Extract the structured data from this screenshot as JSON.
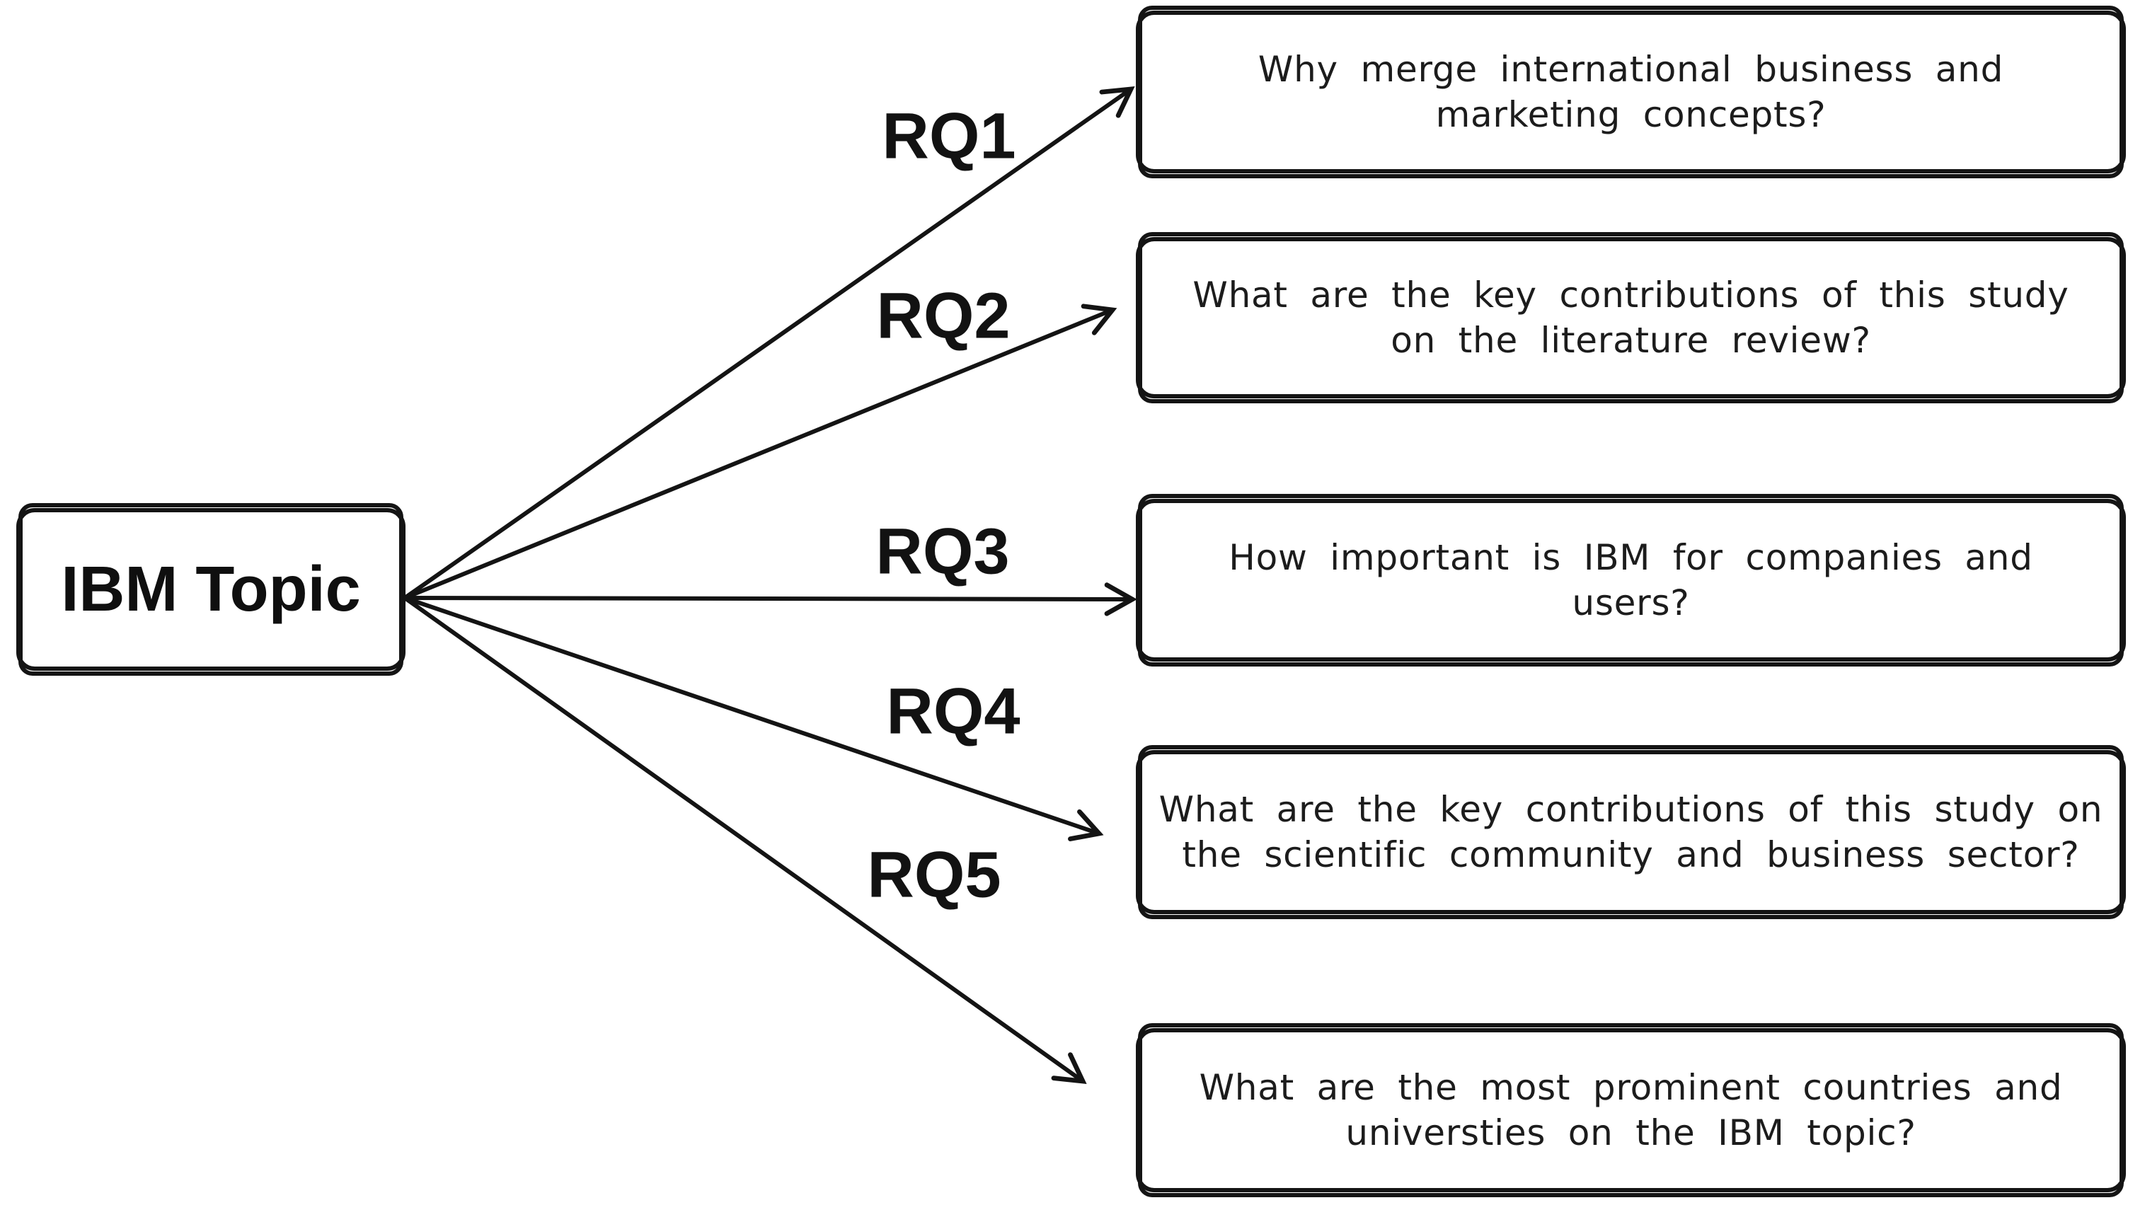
{
  "figure": {
    "background": "#ffffff",
    "ink_color": "#141414",
    "root": {
      "label": "IBM Topic"
    },
    "questions": [
      {
        "id": "RQ1",
        "line1": "Why merge international business and",
        "line2": "marketing concepts?"
      },
      {
        "id": "RQ2",
        "line1": "What are the key contributions of this study",
        "line2": "on the literature review?"
      },
      {
        "id": "RQ3",
        "line1": "How important is IBM for companies and",
        "line2": "users?"
      },
      {
        "id": "RQ4",
        "line1": "What are the key contributions of this study on",
        "line2": "the scientific community and business sector?"
      },
      {
        "id": "RQ5",
        "line1": "What are the most prominent countries and",
        "line2": "universties on the IBM topic?"
      }
    ]
  }
}
